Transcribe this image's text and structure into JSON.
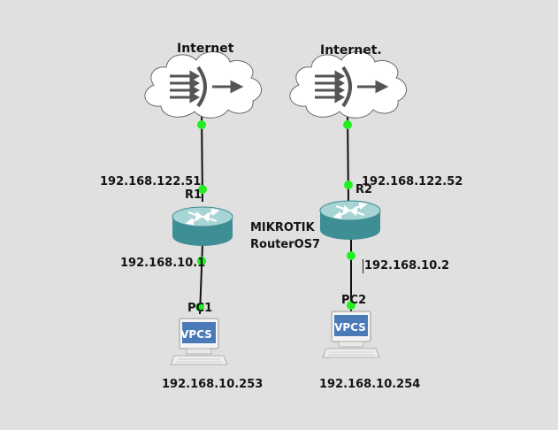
{
  "clouds": {
    "left": {
      "label": "Internet",
      "icon": "internet-cloud-icon"
    },
    "right": {
      "label": "Internet.",
      "icon": "internet-cloud-icon"
    }
  },
  "routers": {
    "r1": {
      "name": "R1",
      "wan_ip": "192.168.122.51",
      "lan_ip": "192.168.10.1",
      "icon": "router-icon"
    },
    "r2": {
      "name": "R2",
      "wan_ip": "192.168.122.52",
      "lan_ip": "192.168.10.2",
      "icon": "router-icon"
    }
  },
  "router_note": {
    "line1": "MIKROTIK",
    "line2": "RouterOS7"
  },
  "pcs": {
    "pc1": {
      "name": "PC1",
      "screen_text": "VPCS",
      "ip": "192.168.10.253",
      "icon": "vpcs-computer-icon"
    },
    "pc2": {
      "name": "PC2",
      "screen_text": "VPCS",
      "ip": "192.168.10.254",
      "icon": "vpcs-computer-icon"
    }
  },
  "colors": {
    "background": "#e0e0e0",
    "link": "#111111",
    "link_status_up": "#22ee22",
    "router_body": "#3e8e95",
    "router_top": "#a7d4d4",
    "cloud_fill": "#ffffff",
    "cloud_arrow": "#555555",
    "vpcs_screen": "#4a7ab8"
  }
}
